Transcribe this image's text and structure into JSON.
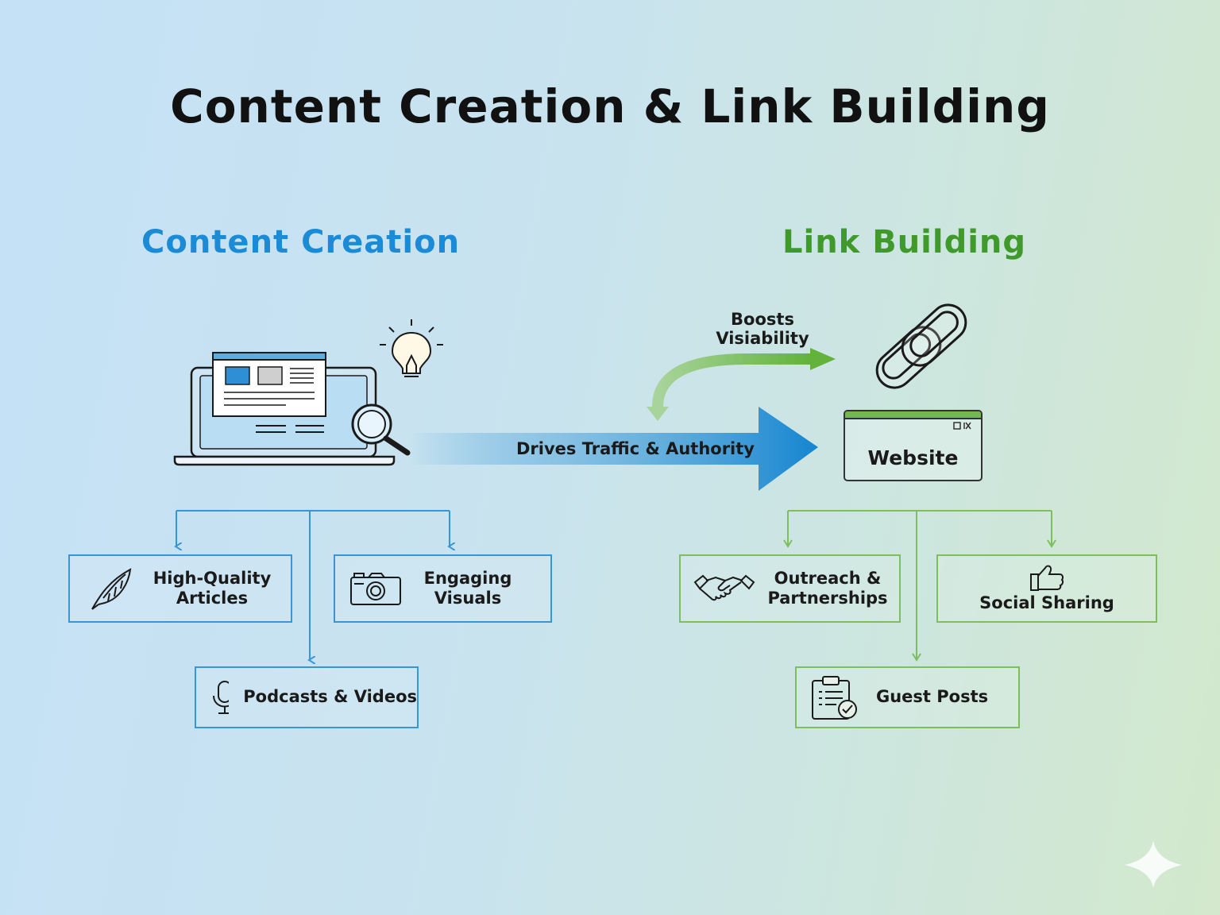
{
  "title": "Content Creation & Link Building",
  "sections": {
    "left": {
      "title": "Content Creation",
      "color": "#1b8bd6"
    },
    "right": {
      "title": "Link Building",
      "color": "#3f9a2b"
    }
  },
  "flows": {
    "main": "Drives Traffic & Authority",
    "boost": [
      "Boosts",
      "Visiability"
    ]
  },
  "website": "Website",
  "content_items": [
    {
      "label": [
        "High-Quality",
        "Articles"
      ],
      "icon": "feather-icon"
    },
    {
      "label": [
        "Engaging",
        "Visuals"
      ],
      "icon": "camera-icon"
    },
    {
      "label": [
        "Podcasts & Videos"
      ],
      "icon": "microphone-icon"
    }
  ],
  "link_items": [
    {
      "label": [
        "Outreach &",
        "Partnerships"
      ],
      "icon": "handshake-icon"
    },
    {
      "label": [
        "Social Sharing"
      ],
      "icon": "thumbs-up-icon"
    },
    {
      "label": [
        "Guest Posts"
      ],
      "icon": "clipboard-check-icon"
    }
  ],
  "colors": {
    "blue": "#3a95d5",
    "green": "#7cbf5c",
    "arrow_blue": "#1789d3",
    "text": "#111111"
  }
}
